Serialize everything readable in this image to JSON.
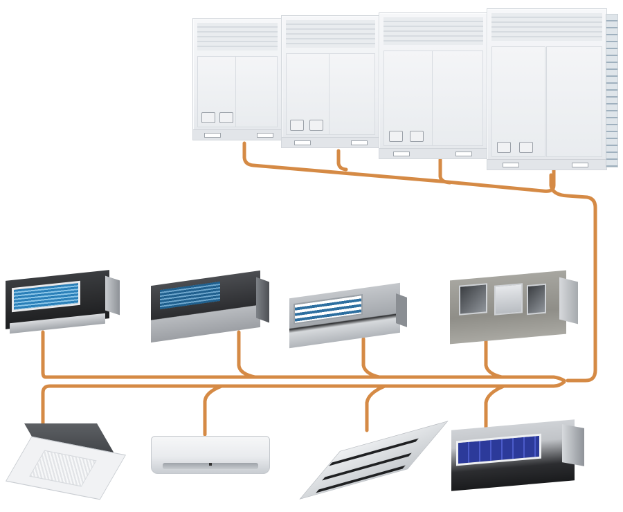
{
  "diagram": {
    "title": "",
    "type": "VRF air-conditioning system piping diagram",
    "colors": {
      "background": "#ffffff",
      "refrigerant_pipe": "#d58a45",
      "outdoor_unit_body": "#eef0f3"
    },
    "outdoor_units": [
      {
        "id": "odu-1",
        "kind": "outdoor-unit-module"
      },
      {
        "id": "odu-2",
        "kind": "outdoor-unit-module"
      },
      {
        "id": "odu-3",
        "kind": "outdoor-unit-module"
      },
      {
        "id": "odu-4",
        "kind": "outdoor-unit-module"
      }
    ],
    "indoor_units_row1": [
      {
        "id": "idu-1",
        "kind": "high-static-duct"
      },
      {
        "id": "idu-2",
        "kind": "slim-duct"
      },
      {
        "id": "idu-3",
        "kind": "low-static-duct"
      },
      {
        "id": "idu-4",
        "kind": "large-duct-fan-coil"
      }
    ],
    "indoor_units_row2": [
      {
        "id": "idu-5",
        "kind": "four-way-cassette"
      },
      {
        "id": "idu-6",
        "kind": "wall-mounted-split"
      },
      {
        "id": "idu-7",
        "kind": "two-way-ceiling-cassette"
      },
      {
        "id": "idu-8",
        "kind": "concealed-duct"
      }
    ],
    "connections": [
      {
        "from": "odu-1",
        "to": "outdoor-header"
      },
      {
        "from": "odu-2",
        "to": "outdoor-header"
      },
      {
        "from": "odu-3",
        "to": "outdoor-header"
      },
      {
        "from": "odu-4",
        "to": "outdoor-header"
      },
      {
        "from": "outdoor-header",
        "to": "main-liquid-line"
      },
      {
        "from": "main-liquid-line",
        "to": "idu-1"
      },
      {
        "from": "main-liquid-line",
        "to": "idu-2"
      },
      {
        "from": "main-liquid-line",
        "to": "idu-3"
      },
      {
        "from": "main-liquid-line",
        "to": "idu-4"
      },
      {
        "from": "main-gas-line",
        "to": "idu-5"
      },
      {
        "from": "main-gas-line",
        "to": "idu-6"
      },
      {
        "from": "main-gas-line",
        "to": "idu-7"
      },
      {
        "from": "main-gas-line",
        "to": "idu-8"
      }
    ]
  }
}
